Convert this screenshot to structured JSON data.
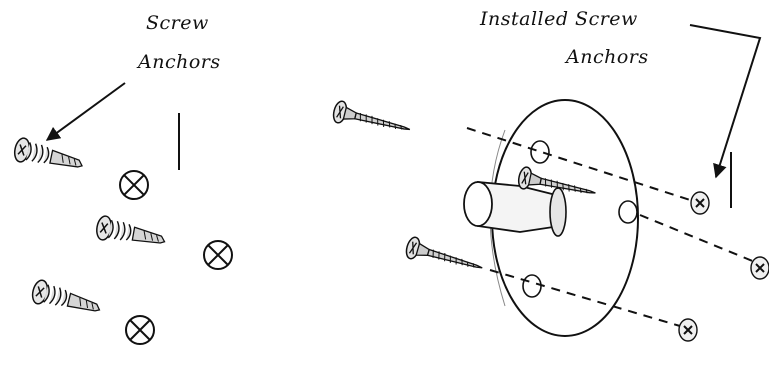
{
  "labels": {
    "screw_anchors_line1": "Screw",
    "screw_anchors_line2": "Anchors",
    "installed_line1": "Installed Screw",
    "installed_line2": "Anchors"
  },
  "colors": {
    "ink": "#111111",
    "paper": "#ffffff",
    "metal": "#d8d8d8"
  }
}
